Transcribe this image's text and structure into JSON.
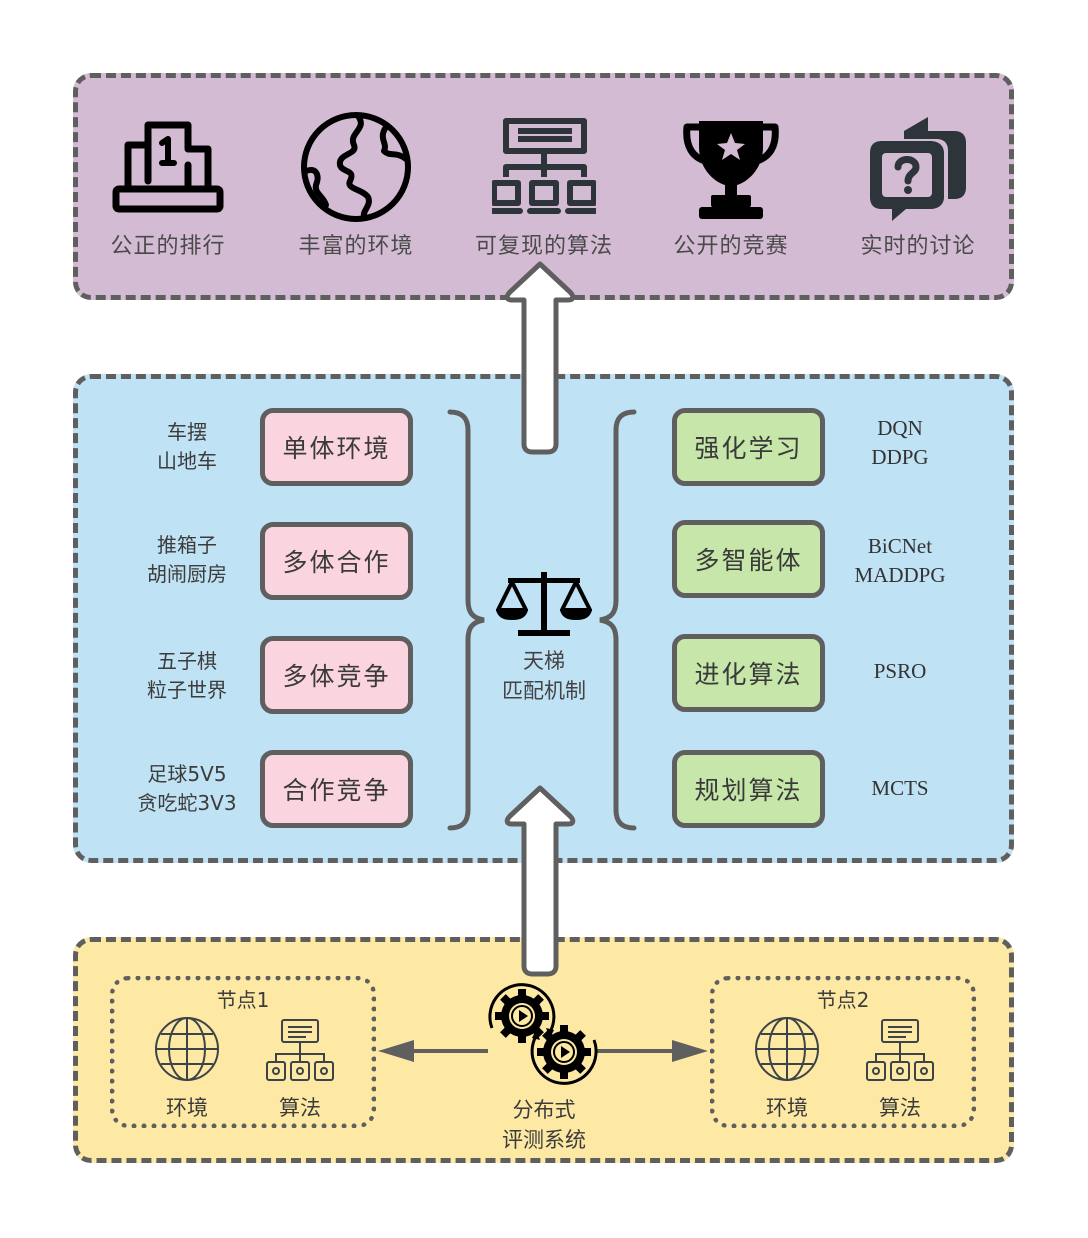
{
  "top_panel": {
    "features": [
      {
        "icon": "podium-icon",
        "label": "公正的排行"
      },
      {
        "icon": "globe-icon",
        "label": "丰富的环境"
      },
      {
        "icon": "hierarchy-icon",
        "label": "可复现的算法"
      },
      {
        "icon": "trophy-icon",
        "label": "公开的竞赛"
      },
      {
        "icon": "discussion-icon",
        "label": "实时的讨论"
      }
    ]
  },
  "middle_panel": {
    "environments": [
      {
        "type": "单体环境",
        "examples": [
          "车摆",
          "山地车"
        ]
      },
      {
        "type": "多体合作",
        "examples": [
          "推箱子",
          "胡闹厨房"
        ]
      },
      {
        "type": "多体竞争",
        "examples": [
          "五子棋",
          "粒子世界"
        ]
      },
      {
        "type": "合作竞争",
        "examples": [
          "足球5V5",
          "贪吃蛇3V3"
        ]
      }
    ],
    "center": {
      "icon": "scales-icon",
      "line1": "天梯",
      "line2": "匹配机制"
    },
    "algorithms": [
      {
        "type": "强化学习",
        "examples": [
          "DQN",
          "DDPG"
        ]
      },
      {
        "type": "多智能体",
        "examples": [
          "BiCNet",
          "MADDPG"
        ]
      },
      {
        "type": "进化算法",
        "examples": [
          "PSRO"
        ]
      },
      {
        "type": "规划算法",
        "examples": [
          "MCTS"
        ]
      }
    ]
  },
  "bottom_panel": {
    "center": {
      "icon": "gears-cycle-icon",
      "line1": "分布式",
      "line2": "评测系统"
    },
    "nodes": [
      {
        "title": "节点1",
        "env_label": "环境",
        "algo_label": "算法"
      },
      {
        "title": "节点2",
        "env_label": "环境",
        "algo_label": "算法"
      }
    ]
  },
  "colors": {
    "top_bg": "#d3bcd3",
    "mid_bg": "#c0e2f5",
    "bot_bg": "#fee9a4",
    "env_box": "#fad4df",
    "algo_box": "#c7e6a9",
    "border": "#5f5f5f"
  }
}
